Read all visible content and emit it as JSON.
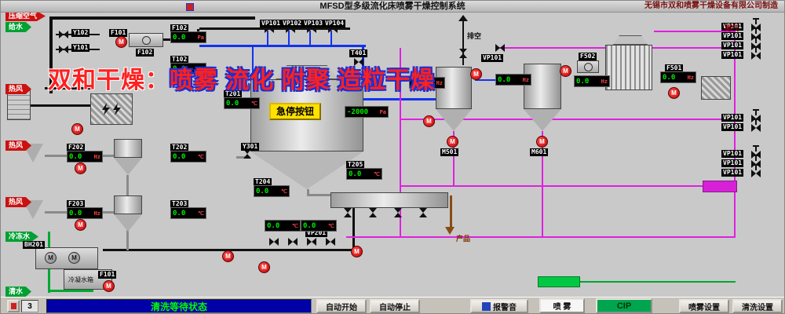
{
  "title_bar": {
    "title": "MFSD型多级流化床喷雾干燥控制系统",
    "company": "无锡市双和喷雾干燥设备有限公司制造"
  },
  "watermark": {
    "brand": "双和干燥：",
    "slogan": "喷雾 流化 附聚 造粒干燥"
  },
  "feeds": {
    "compressed_air": "压缩空气",
    "feed_water": "给水",
    "hot_air": "热风",
    "chilled_water": "冷冻水",
    "clean_water": "清水"
  },
  "tags": {
    "y101": "Y101",
    "y102": "Y102",
    "y301": "Y301",
    "f101": "F101",
    "f102": "F102",
    "f202": "F202",
    "f203": "F203",
    "f501": "F501",
    "f502": "F502",
    "t102": "T102",
    "t201": "T201",
    "t202": "T202",
    "t203": "T203",
    "t204": "T204",
    "t205": "T205",
    "t401": "T401",
    "vp101": "VP101",
    "vp102": "VP102",
    "vp103": "VP103",
    "vp104": "VP104",
    "vp201": "VP201",
    "m501": "M501",
    "m601": "M601",
    "bh201": "BH201"
  },
  "equipment": {
    "estop": "急停按钮",
    "condensate_tank": "冷凝水箱",
    "exhaust": "排空",
    "tail_gas": "尾气",
    "product": "产品"
  },
  "symbols": {
    "motor": "M"
  },
  "displays": {
    "f102": {
      "value": "0.0",
      "unit": "Pa"
    },
    "t102": {
      "value": "0.0",
      "unit": "℃"
    },
    "f202": {
      "value": "0.0",
      "unit": "Hz"
    },
    "f203": {
      "value": "0.0",
      "unit": "Hz"
    },
    "t202": {
      "value": "0.0",
      "unit": "℃"
    },
    "t203": {
      "value": "0.0",
      "unit": "℃"
    },
    "t201": {
      "value": "0.0",
      "unit": "℃"
    },
    "t204": {
      "value": "0.0",
      "unit": "℃"
    },
    "t205": {
      "value": "0.0",
      "unit": "℃"
    },
    "tower_pressure": {
      "value": "-2000",
      "unit": "Pa"
    },
    "bed_zone1": {
      "value": "0.0",
      "unit": "℃"
    },
    "bed_zone2": {
      "value": "0.0",
      "unit": "℃"
    },
    "m501": {
      "value": "0.0",
      "unit": "Hz"
    },
    "m601": {
      "value": "0.0",
      "unit": "Hz"
    },
    "f502": {
      "value": "0.0",
      "unit": "Hz"
    },
    "f501": {
      "value": "0.0",
      "unit": "Hz"
    }
  },
  "controls": {
    "counter": "3",
    "status": "清洗等待状态",
    "auto_start": "自动开始",
    "auto_stop": "自动停止",
    "alarm_mute": "报警音",
    "spray": "喷 雾",
    "cip": "CIP",
    "spray_settings": "喷雾设置",
    "clean_settings": "清洗设置"
  }
}
